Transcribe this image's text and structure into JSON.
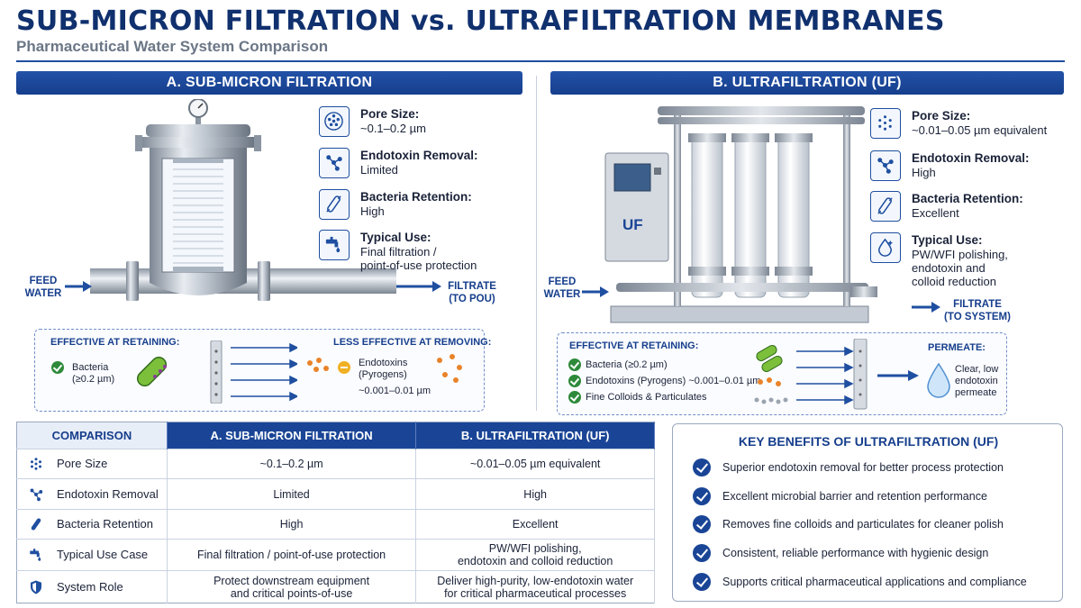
{
  "header": {
    "title": "SUB-MICRON FILTRATION vs. ULTRAFILTRATION MEMBRANES",
    "subtitle": "Pharmaceutical Water System Comparison"
  },
  "section_a": {
    "heading": "A.  SUB-MICRON FILTRATION",
    "feed_label": "FEED\nWATER",
    "filtrate_label": "FILTRATE\n(TO POU)",
    "props": [
      {
        "label": "Pore Size:",
        "value": "~0.1–0.2 µm",
        "icon": "pore-icon"
      },
      {
        "label": "Endotoxin Removal:",
        "value": "Limited",
        "icon": "molecule-icon"
      },
      {
        "label": "Bacteria Retention:",
        "value": "High",
        "icon": "bacteria-icon"
      },
      {
        "label": "Typical Use:",
        "value": "Final filtration /\npoint-of-use protection",
        "icon": "faucet-icon"
      }
    ],
    "box": {
      "retain_title": "EFFECTIVE AT RETAINING:",
      "retain_item": "Bacteria\n(≥0.2 µm)",
      "less_title": "LESS EFFECTIVE AT REMOVING:",
      "less_item": "Endotoxins\n(Pyrogens)",
      "less_size": "~0.001–0.01 µm"
    }
  },
  "section_b": {
    "heading": "B.  ULTRAFILTRATION (UF)",
    "feed_label": "FEED\nWATER",
    "filtrate_label": "FILTRATE\n(TO SYSTEM)",
    "uf_badge": "UF",
    "props": [
      {
        "label": "Pore Size:",
        "value": "~0.01–0.05 µm equivalent",
        "icon": "pore-icon"
      },
      {
        "label": "Endotoxin Removal:",
        "value": "High",
        "icon": "molecule-icon"
      },
      {
        "label": "Bacteria Retention:",
        "value": "Excellent",
        "icon": "bacteria-icon"
      },
      {
        "label": "Typical Use:",
        "value": "PW/WFI polishing,\nendotoxin and\ncolloid reduction",
        "icon": "droplet-icon"
      }
    ],
    "box": {
      "retain_title": "EFFECTIVE AT RETAINING:",
      "items": [
        "Bacteria (≥0.2 µm)",
        "Endotoxins (Pyrogens) ~0.001–0.01 µm",
        "Fine Colloids & Particulates"
      ],
      "permeate_title": "PERMEATE:",
      "permeate_text": "Clear, low\nendotoxin\npermeate"
    }
  },
  "comparison": {
    "headers": [
      "COMPARISON",
      "A.  SUB-MICRON FILTRATION",
      "B.  ULTRAFILTRATION (UF)"
    ],
    "rows": [
      {
        "label": "Pore Size",
        "a": "~0.1–0.2 µm",
        "b": "~0.01–0.05 µm equivalent"
      },
      {
        "label": "Endotoxin Removal",
        "a": "Limited",
        "b": "High"
      },
      {
        "label": "Bacteria Retention",
        "a": "High",
        "b": "Excellent"
      },
      {
        "label": "Typical Use Case",
        "a": "Final filtration / point-of-use protection",
        "b": "PW/WFI polishing,\nendotoxin and colloid reduction"
      },
      {
        "label": "System Role",
        "a": "Protect downstream equipment\nand critical points-of-use",
        "b": "Deliver high-purity, low-endotoxin water\nfor critical pharmaceutical processes"
      }
    ]
  },
  "benefits": {
    "heading": "KEY BENEFITS OF ULTRAFILTRATION (UF)",
    "items": [
      "Superior endotoxin removal for better process protection",
      "Excellent microbial barrier and retention performance",
      "Removes fine colloids and particulates for cleaner polish",
      "Consistent, reliable performance with hygienic design",
      "Supports critical pharmaceutical applications and compliance"
    ]
  },
  "colors": {
    "brand": "#163e8c",
    "accent": "#1f4fa0",
    "check": "#2e8a3a",
    "warn": "#f0b023"
  }
}
